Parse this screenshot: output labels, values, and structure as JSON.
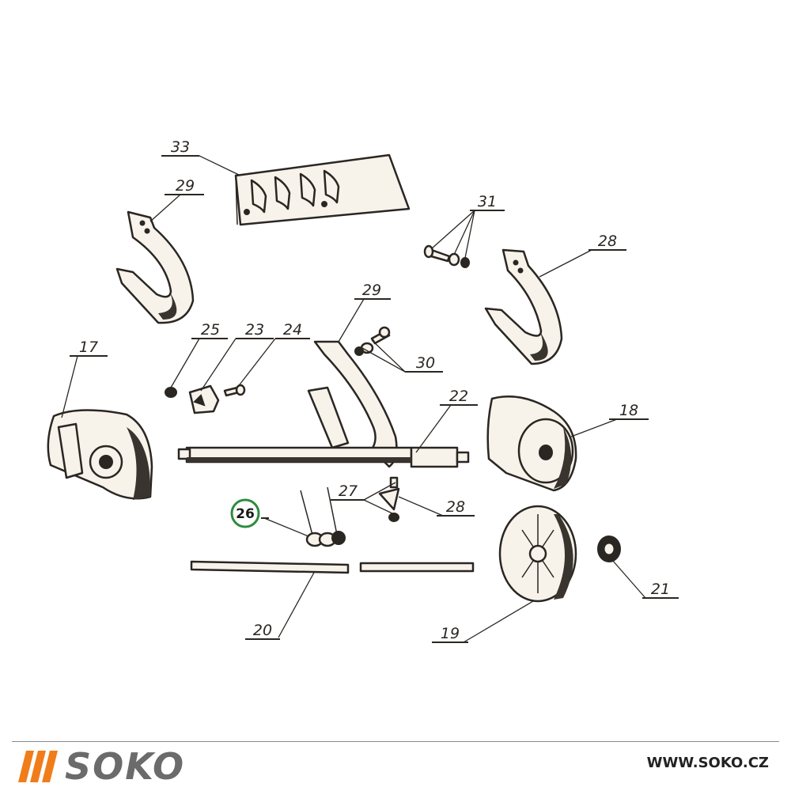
{
  "labels": {
    "p33": "33",
    "p29a": "29",
    "p31": "31",
    "p28a": "28",
    "p29b": "29",
    "p25": "25",
    "p23": "23",
    "p24": "24",
    "p30": "30",
    "p17": "17",
    "p22": "22",
    "p18": "18",
    "p27": "27",
    "p28b": "28",
    "p26": "26",
    "p21": "21",
    "p20": "20",
    "p19": "19"
  },
  "highlight": {
    "label": "26",
    "color": "#2e8b3e"
  },
  "footer": {
    "brand": "SOKO",
    "website": "WWW.SOKO.CZ",
    "brand_color": "#f07d1a",
    "text_color": "#6b6b6b"
  }
}
